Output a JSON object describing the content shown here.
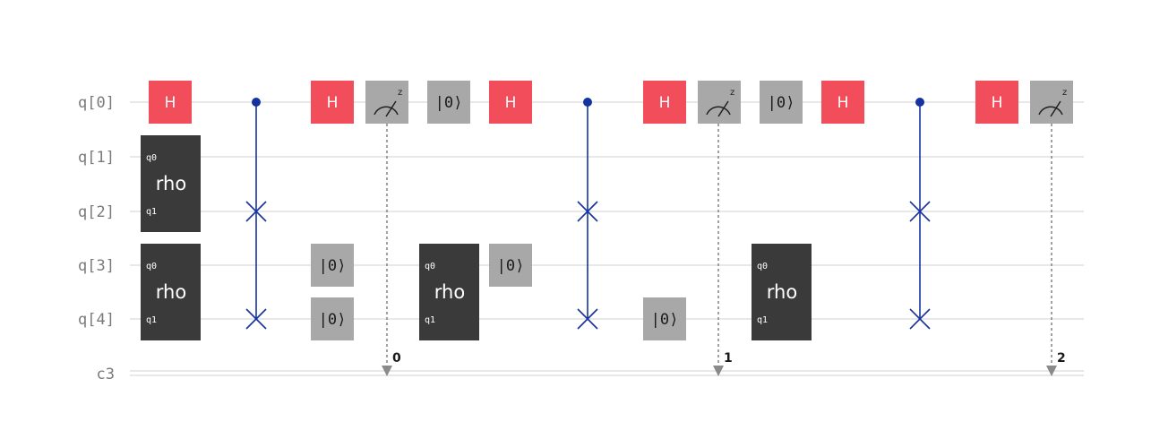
{
  "circuit": {
    "qubits": [
      "q[0]",
      "q[1]",
      "q[2]",
      "q[3]",
      "q[4]"
    ],
    "classical_register": "c3",
    "h_gate_label": "H",
    "reset_gate_label": "|0⟩",
    "rho_gate": {
      "label": "rho",
      "port0": "q0",
      "port1": "q1"
    },
    "measure_basis": "z",
    "measure_bits": [
      "0",
      "1",
      "2"
    ],
    "colors": {
      "h_gate": "#f14d5a",
      "reset_gate": "#a8a8a8",
      "measure_gate": "#a8a8a8",
      "rho_gate": "#3a3a3a",
      "swap": "#1533a0",
      "measure_line": "#8a8a8a",
      "wire": "#d9d9d9"
    },
    "operations": [
      {
        "type": "H",
        "qubit": "q[0]"
      },
      {
        "type": "rho",
        "qubits": [
          "q[1]",
          "q[2]"
        ]
      },
      {
        "type": "rho",
        "qubits": [
          "q[3]",
          "q[4]"
        ]
      },
      {
        "type": "cswap",
        "control": "q[0]",
        "targets": [
          "q[2]",
          "q[4]"
        ]
      },
      {
        "type": "H",
        "qubit": "q[0]"
      },
      {
        "type": "reset",
        "qubit": "q[3]"
      },
      {
        "type": "reset",
        "qubit": "q[4]"
      },
      {
        "type": "measure",
        "qubit": "q[0]",
        "bit": "0"
      },
      {
        "type": "reset",
        "qubit": "q[0]"
      },
      {
        "type": "rho",
        "qubits": [
          "q[3]",
          "q[4]"
        ]
      },
      {
        "type": "H",
        "qubit": "q[0]"
      },
      {
        "type": "reset",
        "qubit": "q[3]"
      },
      {
        "type": "cswap",
        "control": "q[0]",
        "targets": [
          "q[2]",
          "q[4]"
        ]
      },
      {
        "type": "H",
        "qubit": "q[0]"
      },
      {
        "type": "reset",
        "qubit": "q[4]"
      },
      {
        "type": "measure",
        "qubit": "q[0]",
        "bit": "1"
      },
      {
        "type": "reset",
        "qubit": "q[0]"
      },
      {
        "type": "rho",
        "qubits": [
          "q[3]",
          "q[4]"
        ]
      },
      {
        "type": "H",
        "qubit": "q[0]"
      },
      {
        "type": "cswap",
        "control": "q[0]",
        "targets": [
          "q[2]",
          "q[4]"
        ]
      },
      {
        "type": "H",
        "qubit": "q[0]"
      },
      {
        "type": "measure",
        "qubit": "q[0]",
        "bit": "2"
      }
    ]
  }
}
